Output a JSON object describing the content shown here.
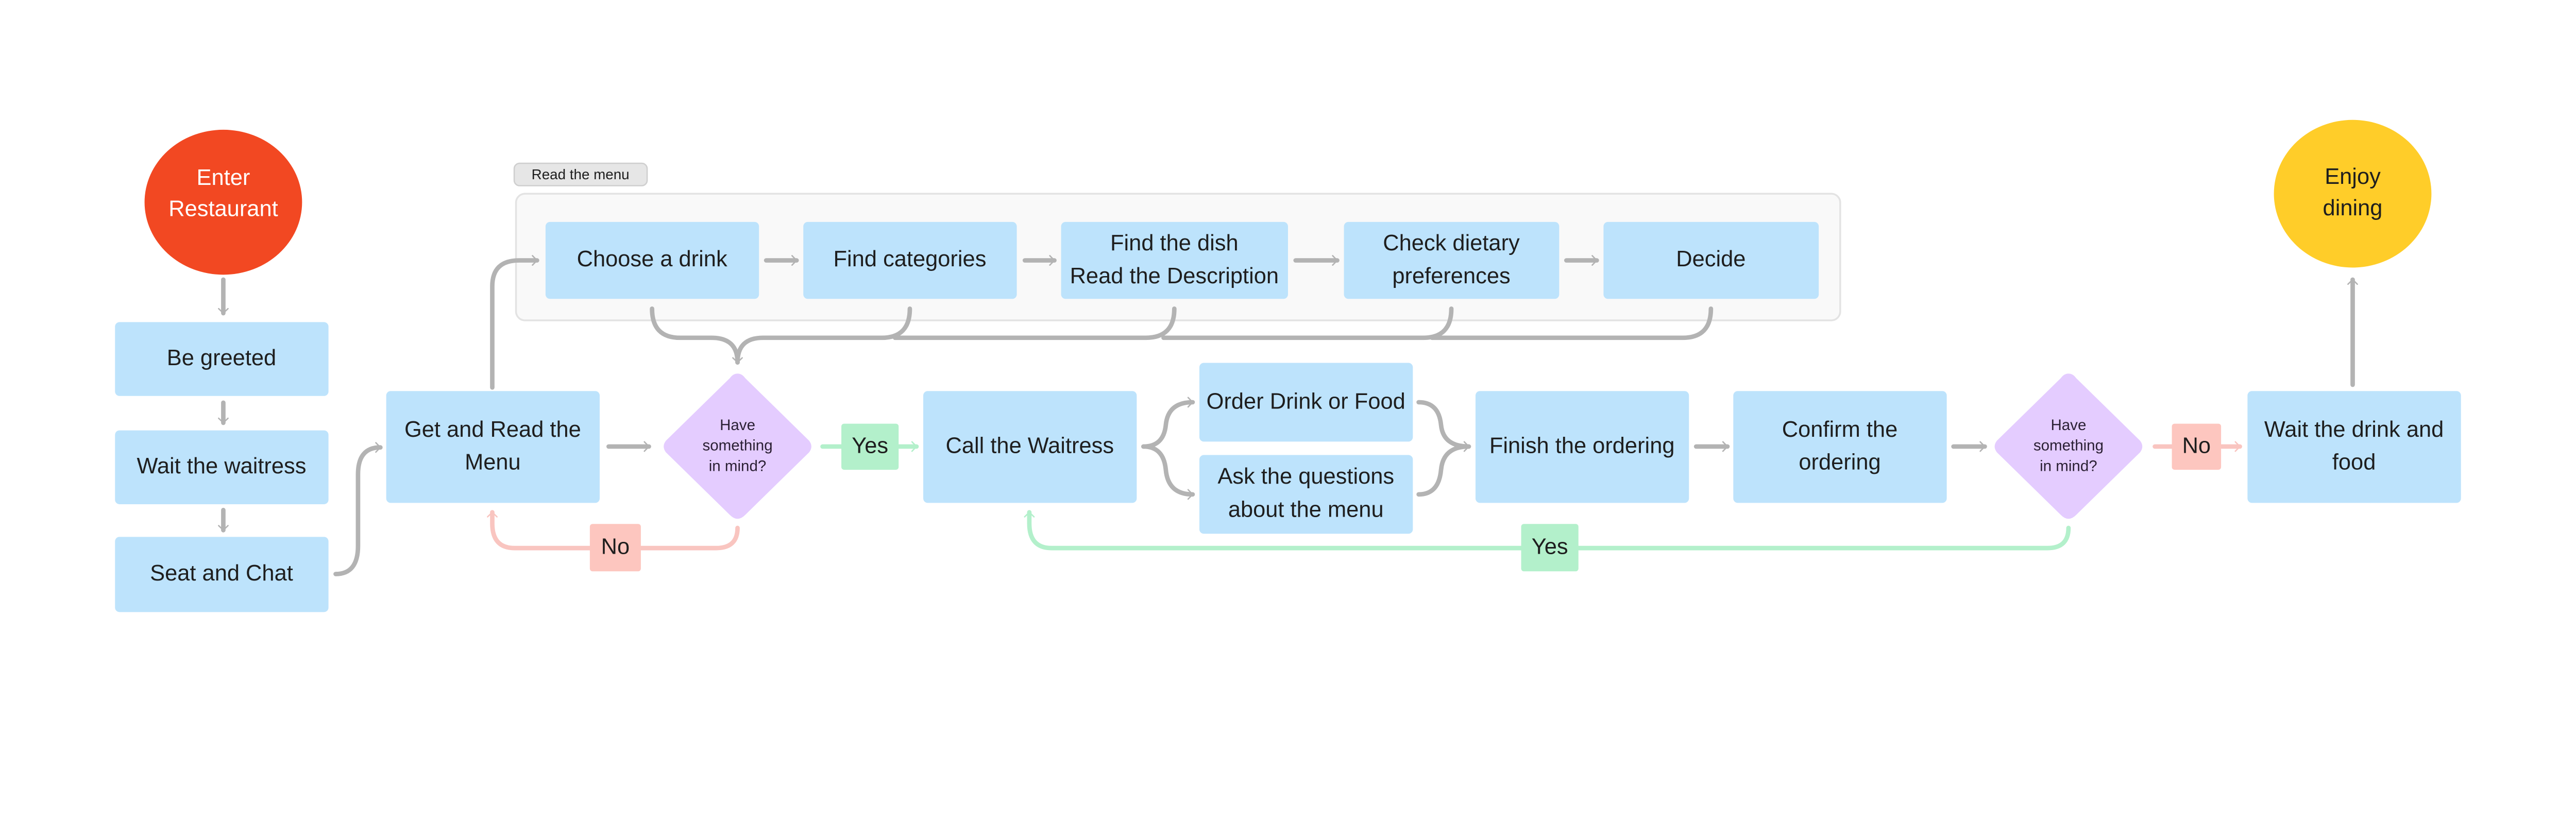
{
  "colors": {
    "start": "#f24822",
    "end": "#ffcd29",
    "process": "#bde3fc",
    "decision": "#e4ccff",
    "yes": "#b3f0cb",
    "no": "#fdc6bf",
    "connector": "#b3b3b3",
    "group_bg": "#f9f9f9"
  },
  "start": {
    "line1": "Enter",
    "line2": "Restaurant"
  },
  "end": {
    "line1": "Enjoy",
    "line2": "dining"
  },
  "steps": {
    "greeted": "Be greeted",
    "wait_waitress": "Wait the waitress",
    "seat_chat": "Seat and Chat",
    "get_menu_1": "Get and Read the",
    "get_menu_2": "Menu",
    "call_waitress": "Call the Waitress",
    "order": "Order Drink or Food",
    "ask_1": "Ask the questions",
    "ask_2": "about the menu",
    "finish": "Finish the ordering",
    "confirm_1": "Confirm the",
    "confirm_2": "ordering",
    "wait_food_1": "Wait the drink and",
    "wait_food_2": "food"
  },
  "group": {
    "label": "Read the menu",
    "choose_drink": "Choose a drink",
    "find_categories": "Find categories",
    "find_dish_1": "Find the dish",
    "find_dish_2": "Read the Description",
    "dietary_1": "Check dietary",
    "dietary_2": "preferences",
    "decide": "Decide"
  },
  "decisions": {
    "d1": {
      "line1": "Have",
      "line2": "something",
      "line3": "in mind?"
    },
    "d2": {
      "line1": "Have",
      "line2": "something",
      "line3": "in mind?"
    }
  },
  "branches": {
    "yes1": "Yes",
    "no1": "No",
    "yes2": "Yes",
    "no2": "No"
  }
}
